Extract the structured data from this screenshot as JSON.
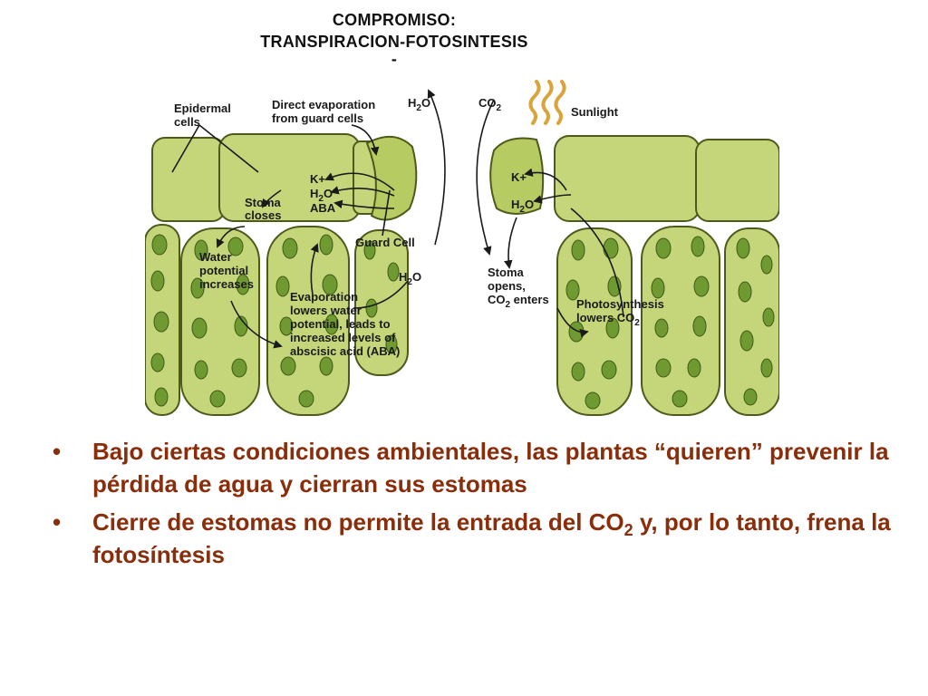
{
  "figure": {
    "title_line1": "COMPROMISO:",
    "title_line2": "TRANSPIRACION-FOTOSINTESIS",
    "title_line3": "-",
    "left_panel": {
      "label_epidermal": [
        "Epidermal",
        "cells"
      ],
      "label_direct_evap": [
        "Direct evaporation",
        "from guard cells"
      ],
      "label_h2o_top": [
        "H",
        "2",
        "O"
      ],
      "label_k": "K+",
      "label_h2o_mid": [
        "H",
        "2",
        "O"
      ],
      "label_aba": "ABA",
      "label_stoma_closes": [
        "Stoma",
        "closes"
      ],
      "label_guard_cell": "Guard Cell",
      "label_water_potential": [
        "Water",
        "potential",
        "increases"
      ],
      "label_h2o_lower": [
        "H",
        "2",
        "O"
      ],
      "label_evaporation": [
        "Evaporation",
        "lowers water",
        "potential, leads to",
        "increased levels of",
        "abscisic acid (ABA)"
      ]
    },
    "right_panel": {
      "label_co2": [
        "CO",
        "2"
      ],
      "label_sunlight": "Sunlight",
      "label_k": "K+",
      "label_h2o": [
        "H",
        "2",
        "O"
      ],
      "label_stoma_opens": [
        "Stoma",
        "opens,",
        "CO"
      ],
      "label_stoma_opens_sub": "2",
      "label_stoma_opens_tail": " enters",
      "label_photosynthesis": [
        "Photosynthesis",
        "lowers CO"
      ],
      "label_photosynthesis_sub": "2"
    },
    "colors": {
      "cell_fill": "#c5d67a",
      "cell_outline": "#4d5a1c",
      "chloroplast": "#6f9a32",
      "bullet_text": "#8a2d0a"
    }
  },
  "bullets": [
    {
      "text": "Bajo ciertas condiciones ambientales, las plantas “quieren” prevenir la pérdida de agua y cierran sus estomas"
    },
    {
      "text_before_sub": "Cierre de estomas no permite la entrada del CO",
      "sub": "2",
      "text_after_sub": " y, por lo tanto, frena la fotosíntesis"
    }
  ],
  "bullet_mark": "•"
}
